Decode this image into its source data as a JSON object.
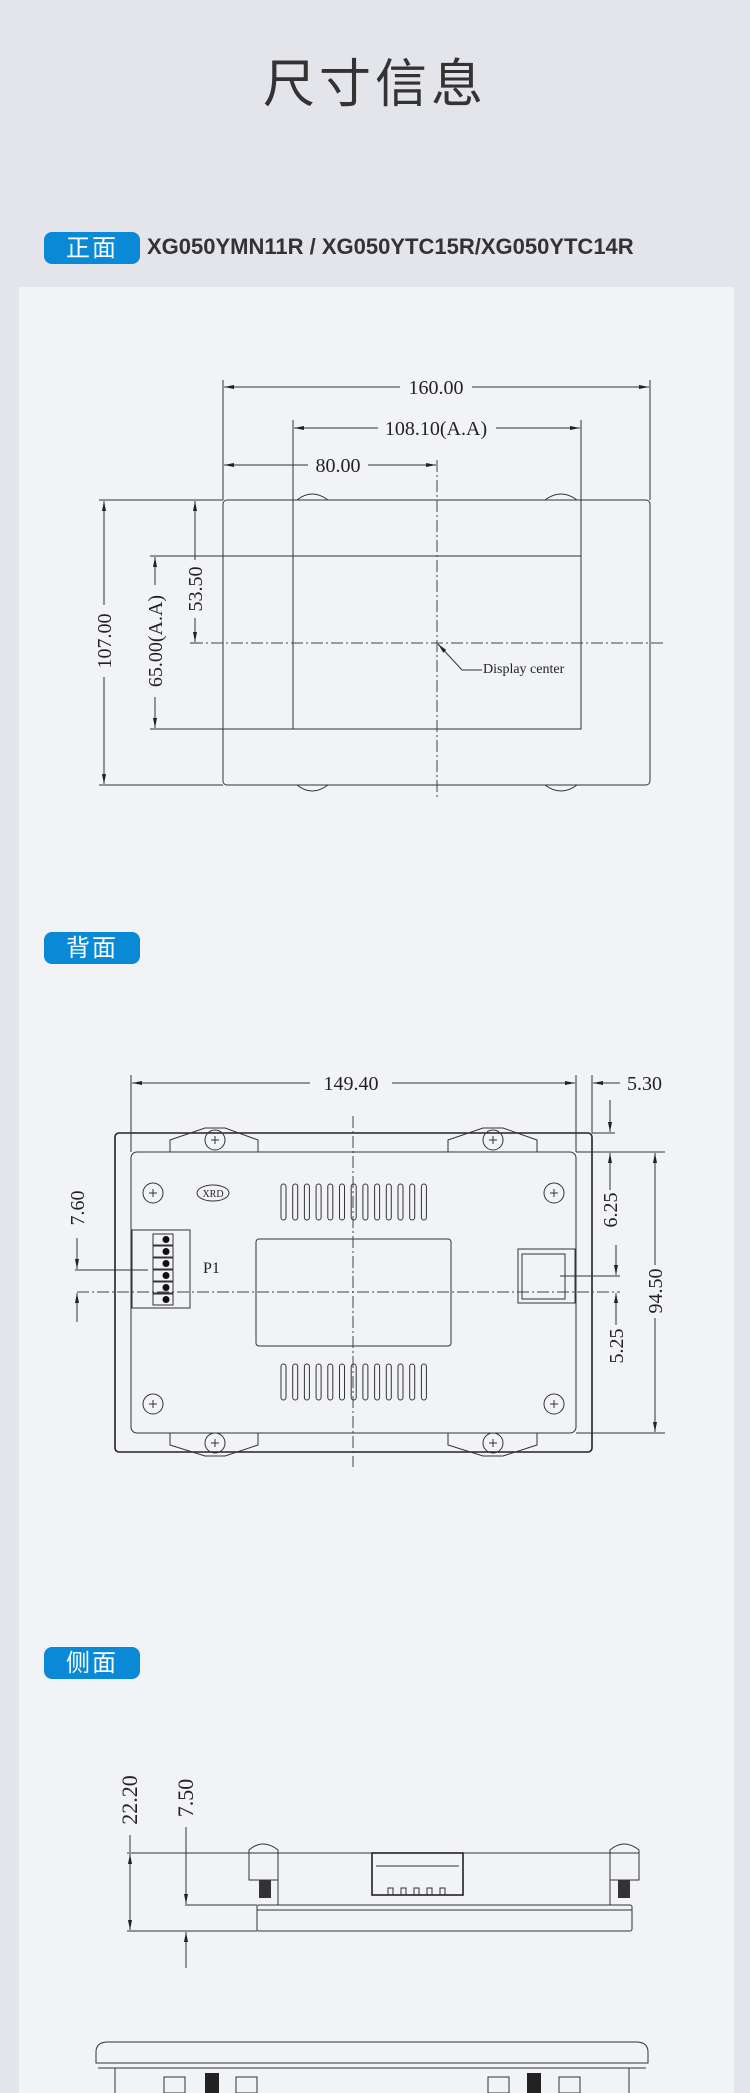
{
  "page_title": "尺寸信息",
  "sections": {
    "front": {
      "badge": "正面",
      "models": "XG050YMN11R / XG050YTC15R/XG050YTC14R",
      "dims": {
        "width": "160.00",
        "aa_width": "108.10(A.A)",
        "half": "80.00",
        "height": "107.00",
        "aa_height": "65.00(A.A)",
        "center_v": "53.50"
      },
      "center_label": "Display center"
    },
    "back": {
      "badge": "背面",
      "dims": {
        "width": "149.40",
        "offset": "5.30",
        "top": "6.25",
        "bottom": "5.25",
        "height": "94.50",
        "p1_offset": "7.60"
      },
      "connector_label": "P1",
      "logo": "XRD"
    },
    "side": {
      "badge": "侧面",
      "dims": {
        "depth": "22.20",
        "bezel": "7.50"
      }
    }
  },
  "colors": {
    "accent": "#0a8ad6",
    "panel": "#f2f3f7",
    "background": "#e4e5ea"
  }
}
